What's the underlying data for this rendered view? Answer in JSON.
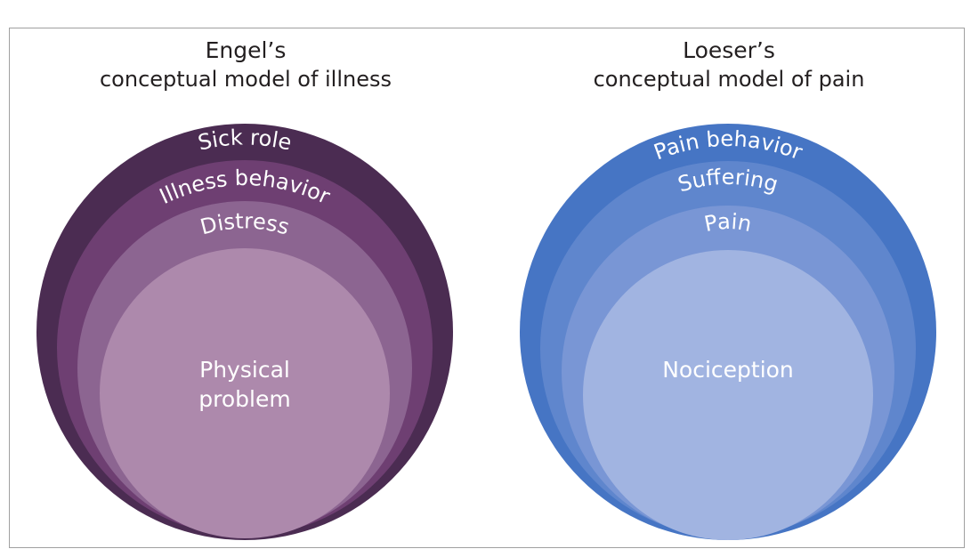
{
  "left_model": {
    "title_line1": "Engel’s",
    "title_line2": "conceptual model of illness",
    "layers": [
      {
        "label": "Sick role",
        "color": "#4b2c52"
      },
      {
        "label": "Illness behavior",
        "color": "#6e3f72"
      },
      {
        "label": "Distress",
        "color": "#8c6591"
      },
      {
        "label": "",
        "color": "#ad89ac"
      }
    ],
    "core_line1": "Physical",
    "core_line2": "problem"
  },
  "right_model": {
    "title_line1": "Loeser’s",
    "title_line2": "conceptual model of pain",
    "layers": [
      {
        "label": "Pain behavior",
        "color": "#4675c4"
      },
      {
        "label": "Suffering",
        "color": "#5f86cd"
      },
      {
        "label": "Pain",
        "color": "#7996d5"
      },
      {
        "label": "",
        "color": "#a1b4e1"
      }
    ],
    "core_line1": "Nociception",
    "core_line2": ""
  }
}
